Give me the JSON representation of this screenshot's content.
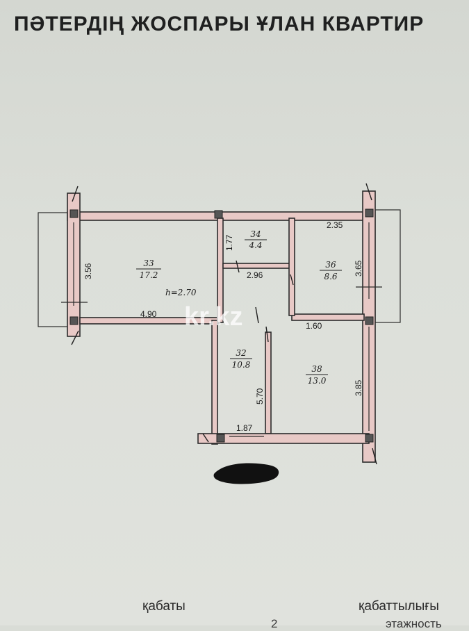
{
  "title": "ПӘТЕРДІҢ ЖОСПАРЫ ҰЛАН КВАРТИР",
  "plan": {
    "ceiling_height": "h=2.70",
    "watermark": "kr.kz",
    "rooms": [
      {
        "number": "33",
        "area": "17.2"
      },
      {
        "number": "34",
        "area": "4.4"
      },
      {
        "number": "36",
        "area": "8.6"
      },
      {
        "number": "32",
        "area": "10.8"
      },
      {
        "number": "38",
        "area": "13.0"
      }
    ],
    "dims": {
      "left_height": "3.56",
      "room33_width": "4.90",
      "room34_height": "1.77",
      "room34_width": "2.96",
      "room36_width": "2.35",
      "room36_height": "3.65",
      "corridor_width": "1.60",
      "room32_height": "5.70",
      "room32_width": "1.87",
      "room38_height": "3.85"
    }
  },
  "footer": {
    "floor_label": "қабаты",
    "floors_label": "қабаттылығы",
    "floors_label_ru": "этажность",
    "floor_value": "2"
  },
  "colors": {
    "wall": "#e8c9c6",
    "wall_stroke": "#2b2b2b",
    "paper": "#dcdfd9"
  }
}
